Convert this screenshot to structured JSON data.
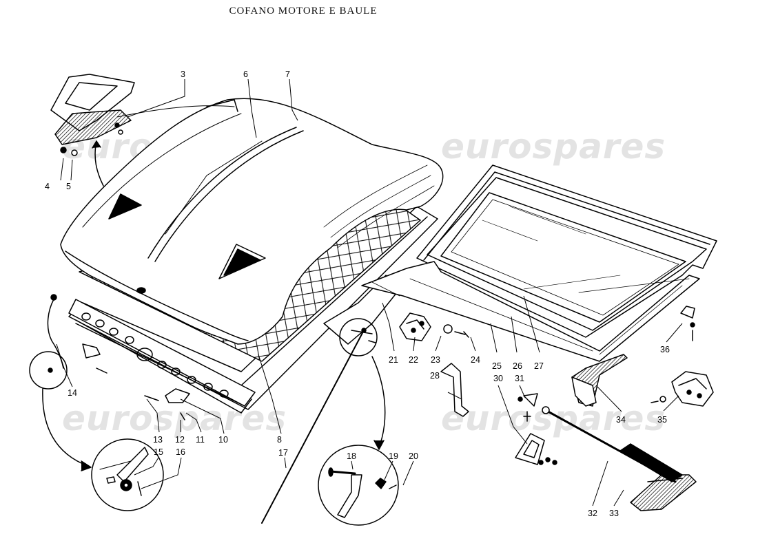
{
  "title": "COFANO MOTORE E BAULE",
  "watermark": "eurospares",
  "colors": {
    "ink": "#000000",
    "paper": "#ffffff",
    "watermark": "#e3e3e3"
  },
  "callouts": [
    "3",
    "4",
    "5",
    "6",
    "7",
    "8",
    "10",
    "11",
    "12",
    "13",
    "14",
    "15",
    "16",
    "17",
    "18",
    "19",
    "20",
    "21",
    "22",
    "23",
    "24",
    "25",
    "26",
    "27",
    "28",
    "30",
    "31",
    "32",
    "33",
    "34",
    "35",
    "36"
  ]
}
